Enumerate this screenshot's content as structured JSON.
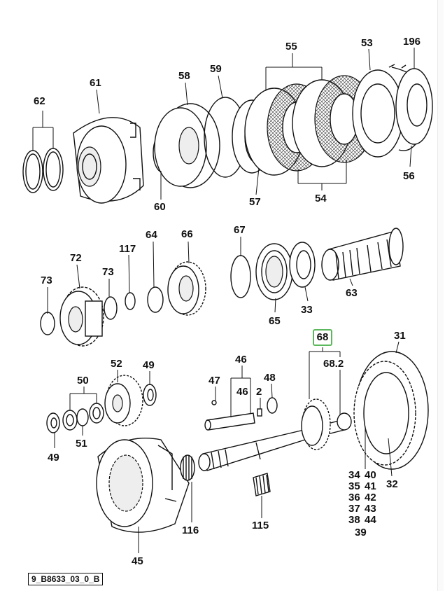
{
  "diagram": {
    "caption": "9_B8633_03_0_B",
    "highlighted_label": "68",
    "accent_color": "#5cb85c",
    "labels": [
      {
        "id": "l62",
        "text": "62"
      },
      {
        "id": "l61",
        "text": "61"
      },
      {
        "id": "l58",
        "text": "58"
      },
      {
        "id": "l59",
        "text": "59"
      },
      {
        "id": "l55",
        "text": "55"
      },
      {
        "id": "l53",
        "text": "53"
      },
      {
        "id": "l196",
        "text": "196"
      },
      {
        "id": "l60",
        "text": "60"
      },
      {
        "id": "l57",
        "text": "57"
      },
      {
        "id": "l54",
        "text": "54"
      },
      {
        "id": "l56",
        "text": "56"
      },
      {
        "id": "l72",
        "text": "72"
      },
      {
        "id": "l117",
        "text": "117"
      },
      {
        "id": "l64",
        "text": "64"
      },
      {
        "id": "l66",
        "text": "66"
      },
      {
        "id": "l67",
        "text": "67"
      },
      {
        "id": "l73a",
        "text": "73"
      },
      {
        "id": "l73b",
        "text": "73"
      },
      {
        "id": "l65",
        "text": "65"
      },
      {
        "id": "l33",
        "text": "33"
      },
      {
        "id": "l63",
        "text": "63"
      },
      {
        "id": "l31",
        "text": "31"
      },
      {
        "id": "l682",
        "text": "68.2"
      },
      {
        "id": "l52",
        "text": "52"
      },
      {
        "id": "l49a",
        "text": "49"
      },
      {
        "id": "l50",
        "text": "50"
      },
      {
        "id": "l46a",
        "text": "46"
      },
      {
        "id": "l47",
        "text": "47"
      },
      {
        "id": "l46b",
        "text": "46"
      },
      {
        "id": "l2",
        "text": "2"
      },
      {
        "id": "l48",
        "text": "48"
      },
      {
        "id": "l49b",
        "text": "49"
      },
      {
        "id": "l51",
        "text": "51"
      },
      {
        "id": "l34",
        "text": "34"
      },
      {
        "id": "l35",
        "text": "35"
      },
      {
        "id": "l36",
        "text": "36"
      },
      {
        "id": "l37",
        "text": "37"
      },
      {
        "id": "l38",
        "text": "38"
      },
      {
        "id": "l39",
        "text": "39"
      },
      {
        "id": "l40",
        "text": "40"
      },
      {
        "id": "l41",
        "text": "41"
      },
      {
        "id": "l42",
        "text": "42"
      },
      {
        "id": "l43",
        "text": "43"
      },
      {
        "id": "l44",
        "text": "44"
      },
      {
        "id": "l32",
        "text": "32"
      },
      {
        "id": "l116",
        "text": "116"
      },
      {
        "id": "l115",
        "text": "115"
      },
      {
        "id": "l45",
        "text": "45"
      }
    ]
  }
}
